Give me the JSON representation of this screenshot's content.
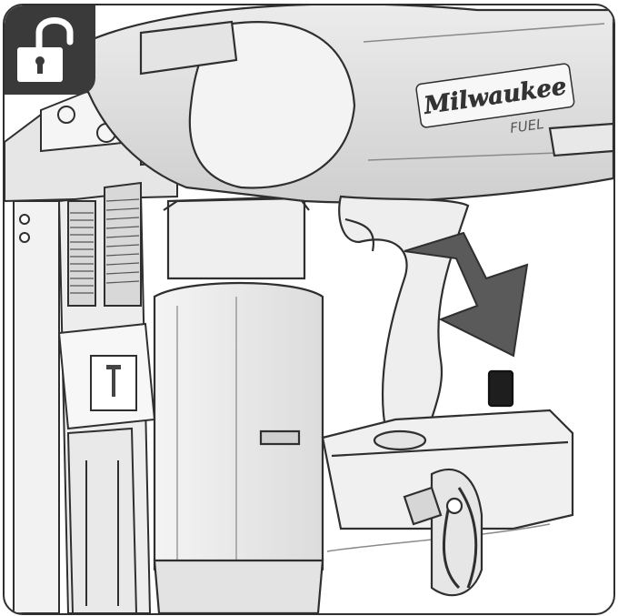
{
  "figure": {
    "brand_text": "Milwaukee",
    "product_line_text": "FUEL",
    "status_icon": "unlock-icon",
    "arrow_direction": "down-right",
    "colors": {
      "badge_background": "#3a3a3a",
      "arrow": "#5a5a5a",
      "outline": "#2f2f2f"
    }
  }
}
